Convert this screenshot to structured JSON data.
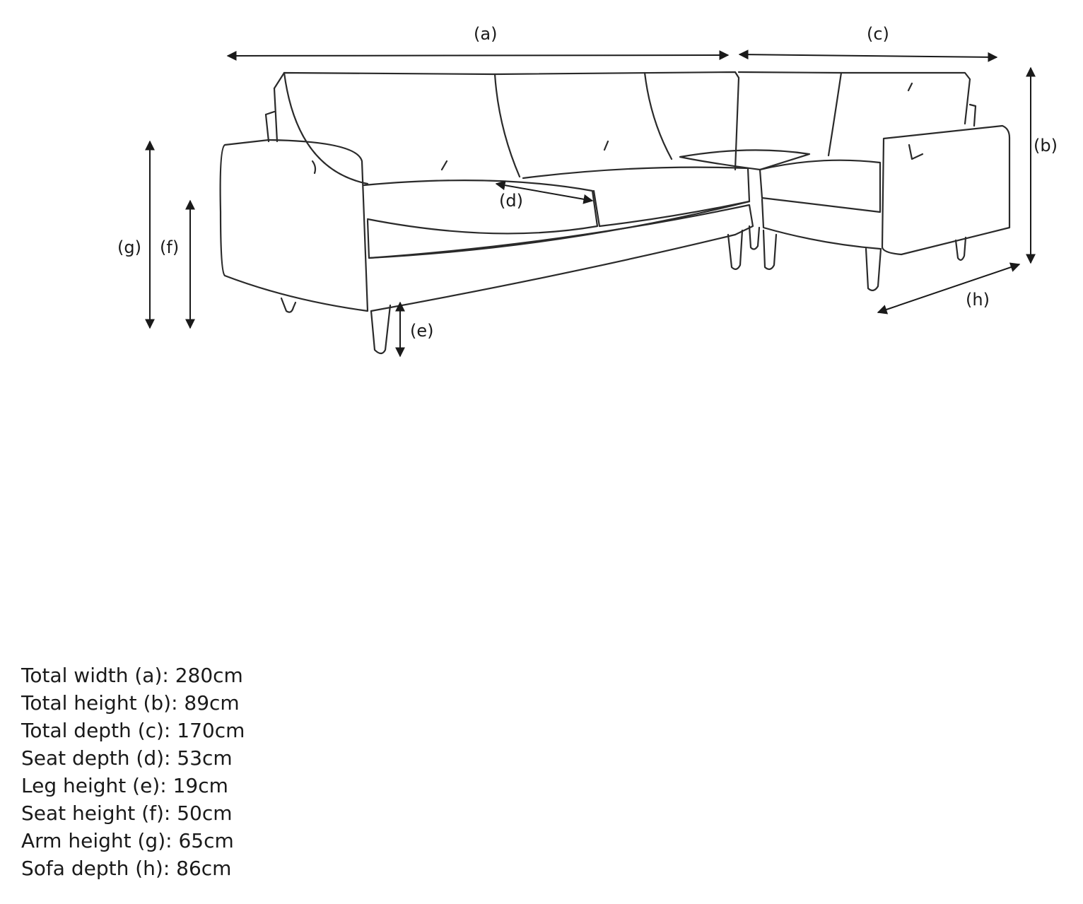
{
  "diagram": {
    "labels": {
      "a": "(a)",
      "b": "(b)",
      "c": "(c)",
      "d": "(d)",
      "e": "(e)",
      "f": "(f)",
      "g": "(g)",
      "h": "(h)"
    }
  },
  "specs": [
    "Total width (a): 280cm",
    "Total height (b): 89cm",
    "Total depth (c): 170cm",
    "Seat depth (d): 53cm",
    "Leg height (e): 19cm",
    "Seat height (f): 50cm",
    "Arm height (g): 65cm",
    "Sofa depth (h): 86cm"
  ]
}
